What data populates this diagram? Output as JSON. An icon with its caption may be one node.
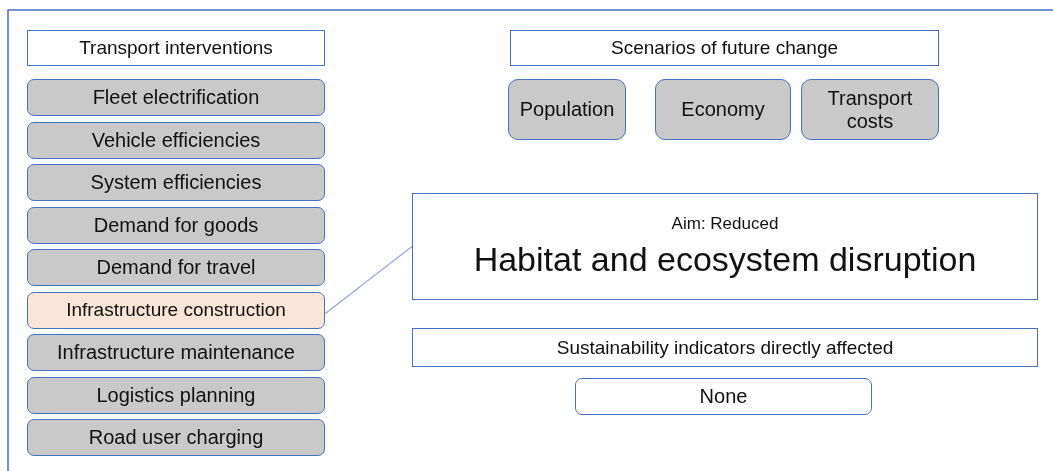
{
  "diagram": {
    "nodes": [
      {
        "text": [
          "Transport interventions"
        ]
      },
      {
        "text": [
          "Fleet electrification"
        ]
      },
      {
        "text": [
          "Vehicle efficiencies"
        ]
      },
      {
        "text": [
          "System efficiencies"
        ]
      },
      {
        "text": [
          "Demand for goods"
        ]
      },
      {
        "text": [
          "Demand for travel"
        ]
      },
      {
        "text": [
          "Infrastructure construction"
        ]
      },
      {
        "text": [
          "Infrastructure maintenance"
        ]
      },
      {
        "text": [
          "Logistics planning"
        ]
      },
      {
        "text": [
          "Road user charging"
        ]
      },
      {
        "text": [
          "Scenarios of future change"
        ]
      },
      {
        "text": [
          "Population"
        ]
      },
      {
        "text": [
          "Economy"
        ]
      },
      {
        "text": [
          "Transport costs"
        ]
      },
      {
        "text": [
          "Aim: Reduced",
          "Habitat and ecosystem disruption"
        ]
      },
      {
        "text": [
          "Sustainability indicators directly affected"
        ]
      },
      {
        "text": [
          "None"
        ]
      }
    ],
    "edges": [
      {
        "from": 6,
        "to": 14,
        "arrow": "none"
      }
    ]
  }
}
